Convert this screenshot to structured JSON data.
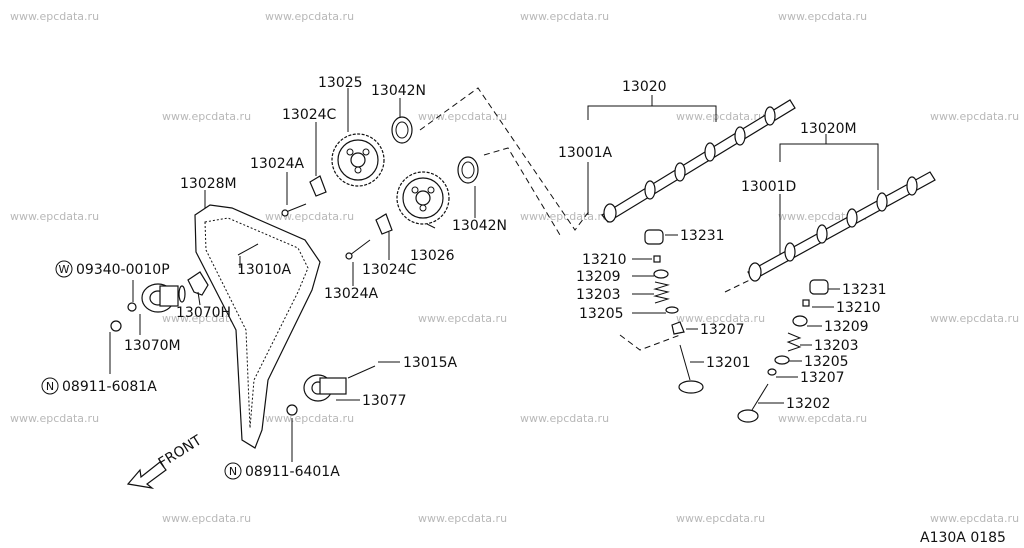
{
  "watermark": "www.epcdata.ru",
  "figure_code": "A130A 0185",
  "front_label": "FRONT",
  "callouts": {
    "p13025": "13025",
    "p13042N_a": "13042N",
    "p13024C_a": "13024C",
    "p13024A_a": "13024A",
    "p13028M": "13028M",
    "p13042N_b": "13042N",
    "p13026": "13026",
    "p13024C_b": "13024C",
    "p13024A_b": "13024A",
    "p13010A": "13010A",
    "p09340": "09340-0010P",
    "p09340_prefix": "W",
    "p13070H": "13070H",
    "p13070M": "13070M",
    "p08911a": "08911-6081A",
    "p08911a_prefix": "N",
    "p13015A": "13015A",
    "p13077": "13077",
    "p08911b": "08911-6401A",
    "p08911b_prefix": "N",
    "p13020": "13020",
    "p13001A": "13001A",
    "p13020M": "13020M",
    "p13001D": "13001D",
    "p13231_a": "13231",
    "p13210_a": "13210",
    "p13209_a": "13209",
    "p13203_a": "13203",
    "p13205_a": "13205",
    "p13207_a": "13207",
    "p13201": "13201",
    "p13231_b": "13231",
    "p13210_b": "13210",
    "p13209_b": "13209",
    "p13203_b": "13203",
    "p13205_b": "13205",
    "p13207_b": "13207",
    "p13202": "13202"
  }
}
